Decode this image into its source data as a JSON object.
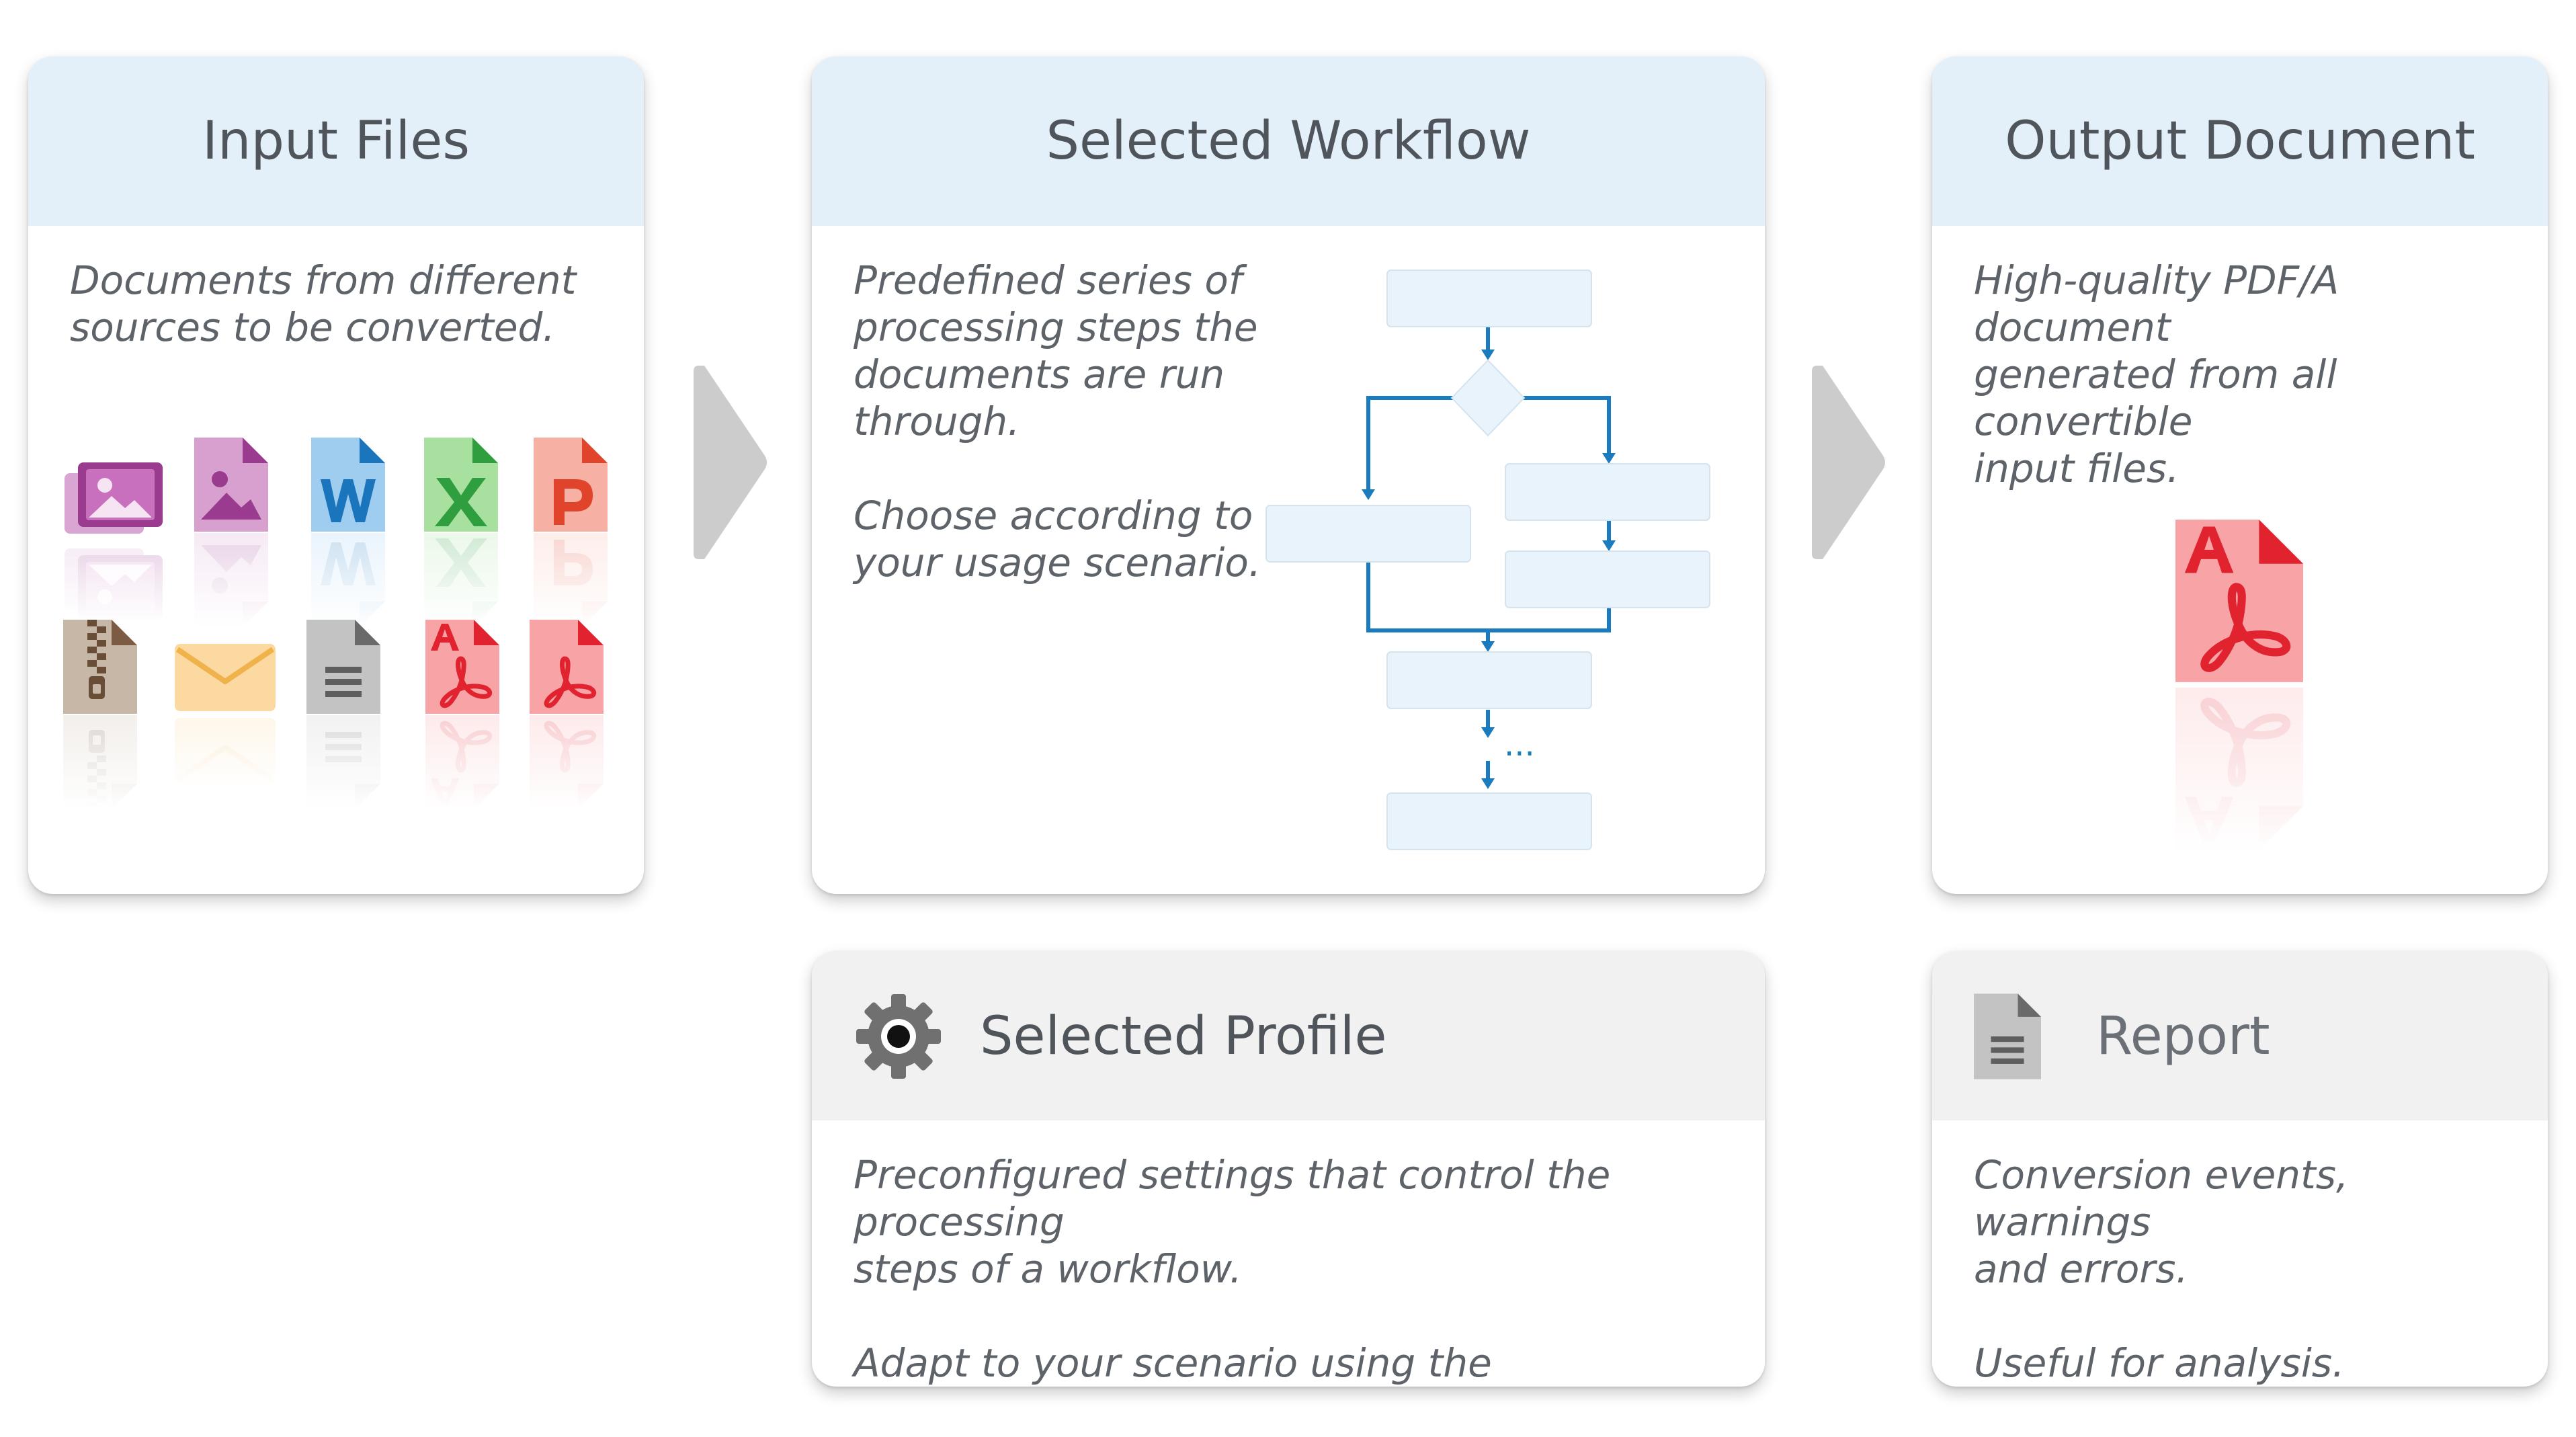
{
  "input": {
    "title": "Input Files",
    "description": "Documents from different\nsources to be converted.",
    "icons": [
      "image-gallery-icon",
      "image-file-icon",
      "word-file-icon",
      "excel-file-icon",
      "powerpoint-file-icon",
      "zip-file-icon",
      "email-icon",
      "text-file-icon",
      "pdfa-file-icon",
      "pdf-file-icon"
    ]
  },
  "workflow": {
    "title": "Selected Workflow",
    "description": "Predefined series of\nprocessing steps the\ndocuments are run\nthrough.\n\nChoose according to\nyour usage scenario.",
    "ellipsis": "..."
  },
  "output": {
    "title": "Output Document",
    "description": "High-quality PDF/A document\ngenerated from all convertible\ninput files.",
    "icon": "pdfa-file-icon"
  },
  "profile": {
    "title": "Selected Profile",
    "description": "Preconfigured settings that control the processing\nsteps of a workflow.\n\nAdapt to your scenario using the configurator GUI.",
    "icon": "gear-icon"
  },
  "report": {
    "title": "Report",
    "description": "Conversion events, warnings\nand errors.\n\nUseful for analysis.",
    "icon": "text-file-icon"
  },
  "colors": {
    "header_blue": "#e3f0f9",
    "header_gray": "#f1f1f1",
    "flow_line": "#1a7bbf",
    "arrow_gray": "#cccccc"
  }
}
